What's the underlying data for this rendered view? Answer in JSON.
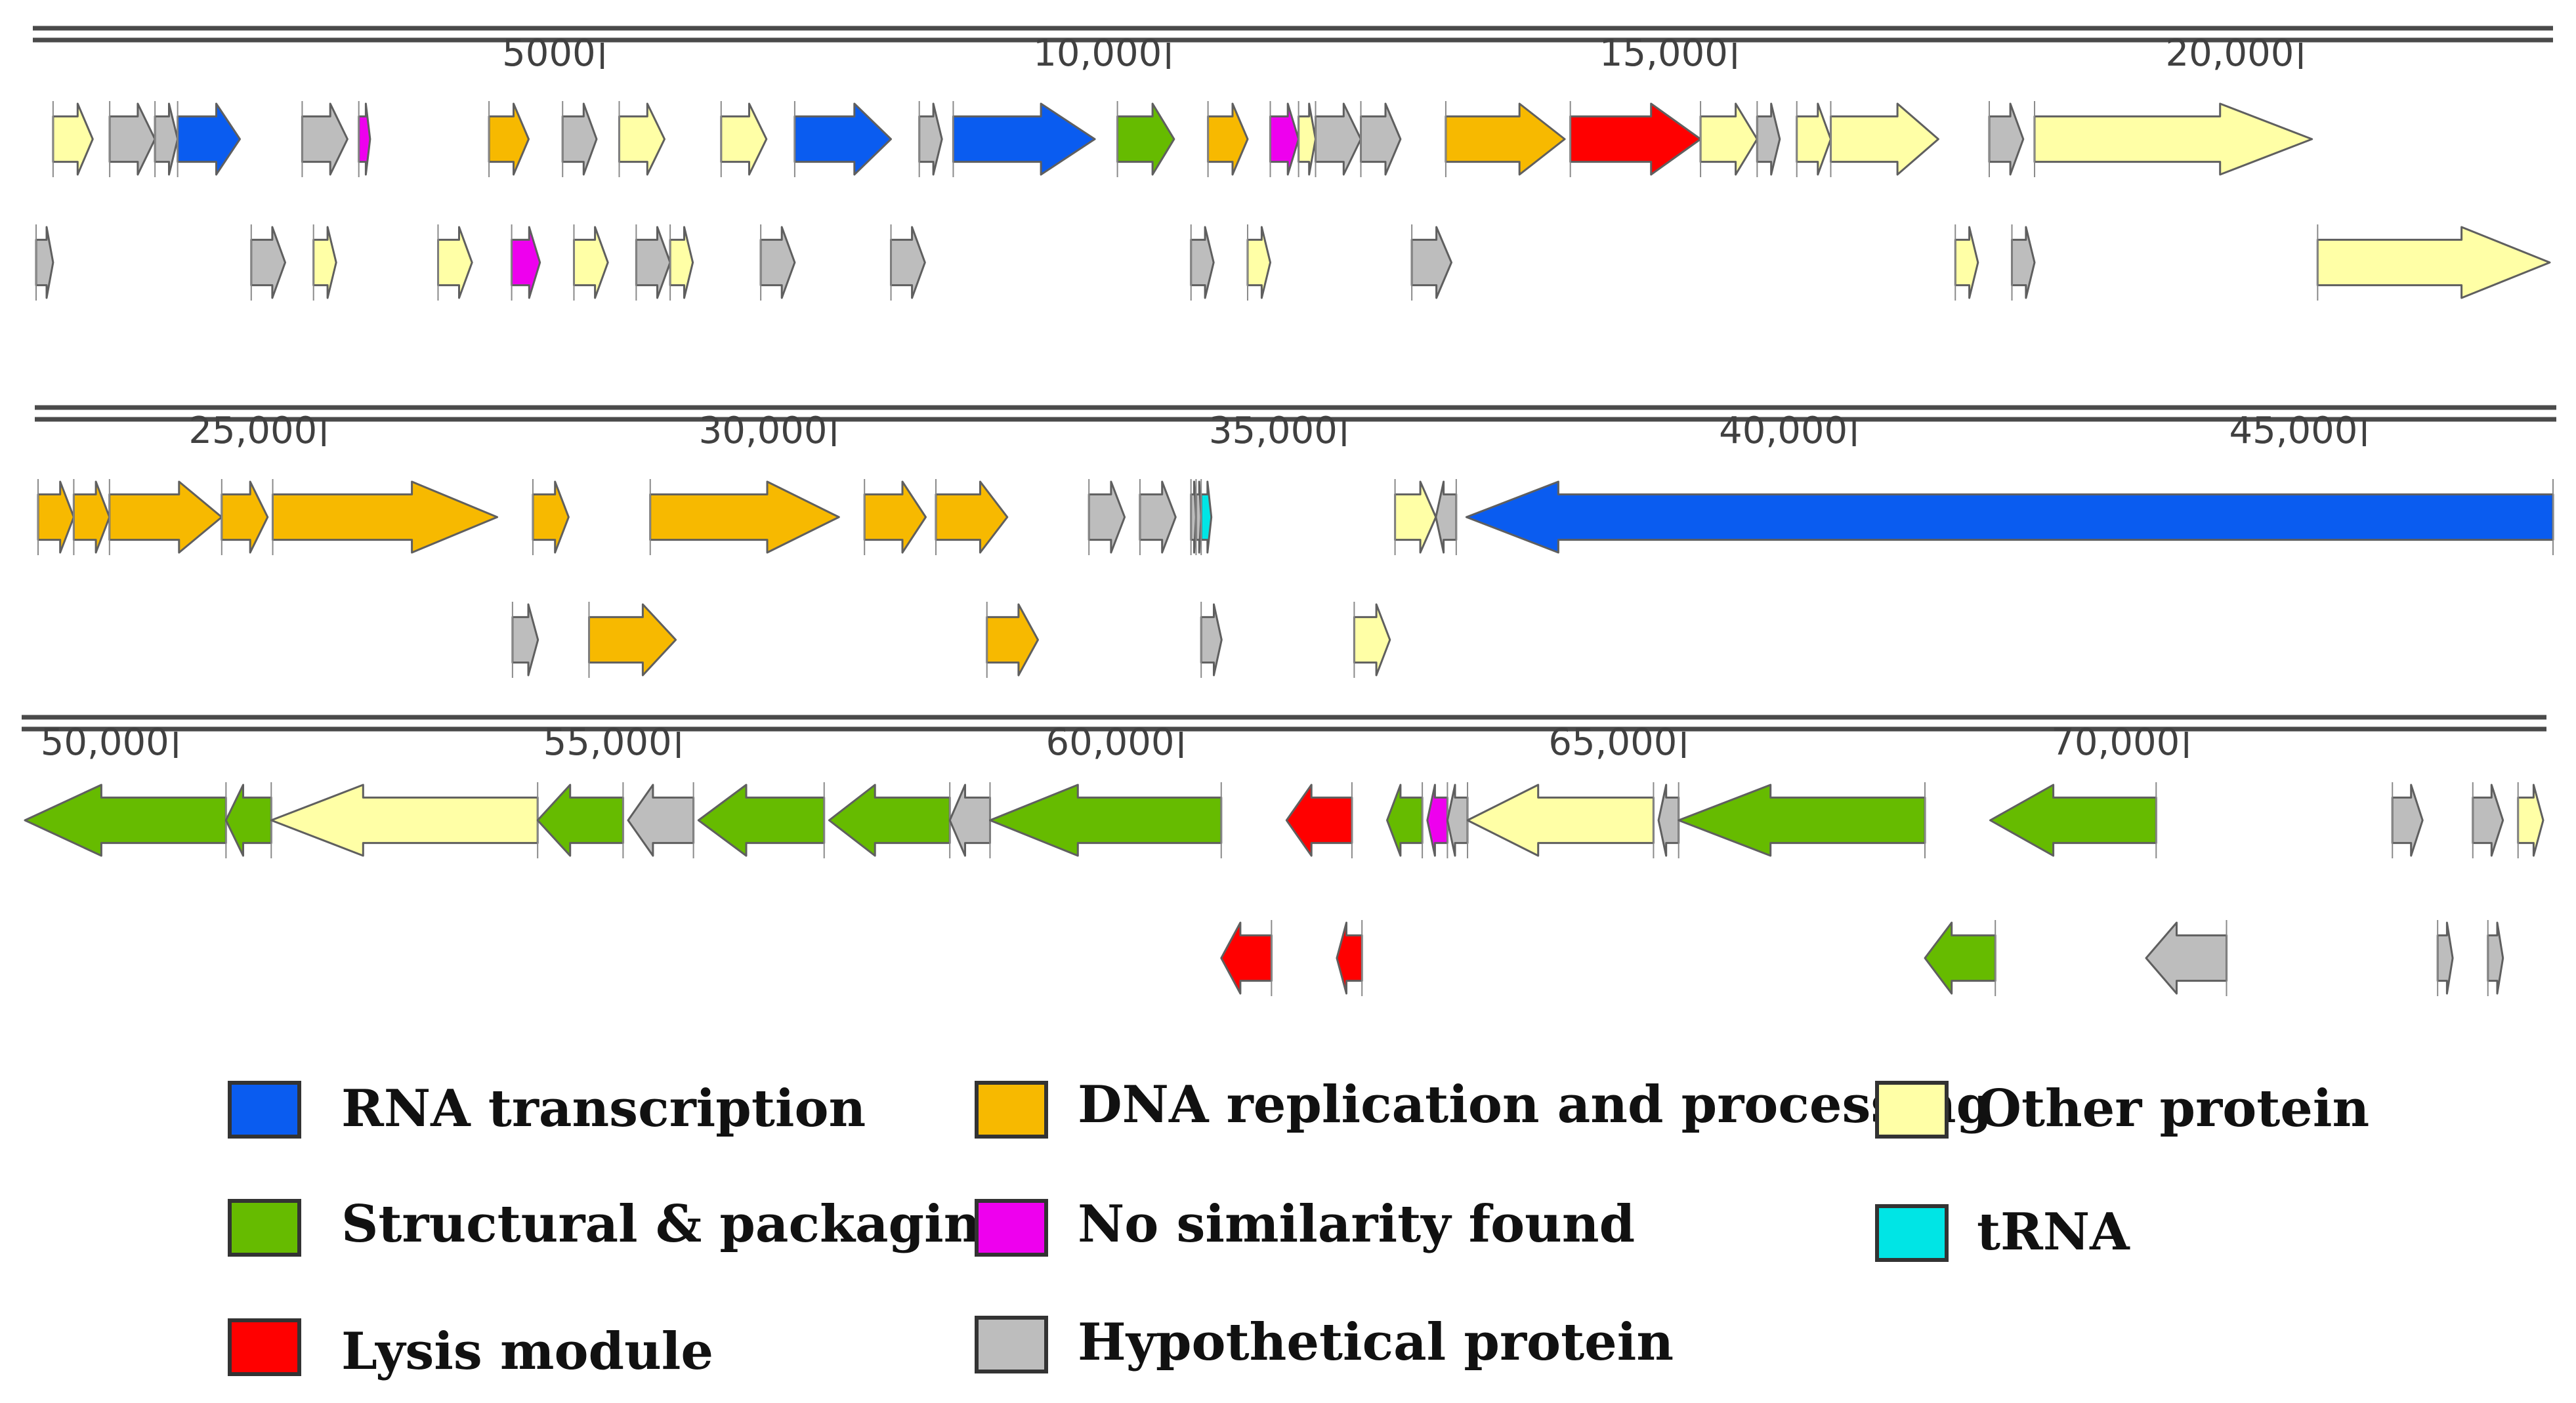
{
  "colors": {
    "rna": "#0a5cf0",
    "dna": "#f7b900",
    "other": "#ffffa6",
    "struct": "#66bb00",
    "nosim": "#ee00ee",
    "trna": "#00e5e5",
    "lysis": "#ff0000",
    "hypo": "#bdbdbd"
  },
  "rows": [
    {
      "ticks": [
        {
          "value": 5000,
          "label": "5000"
        },
        {
          "value": 10000,
          "label": "10,000"
        },
        {
          "value": 15000,
          "label": "15,000"
        },
        {
          "value": 20000,
          "label": "20,000"
        }
      ]
    },
    {
      "ticks": [
        {
          "value": 25000,
          "label": "25,000"
        },
        {
          "value": 30000,
          "label": "30,000"
        },
        {
          "value": 35000,
          "label": "35,000"
        },
        {
          "value": 40000,
          "label": "40,000"
        },
        {
          "value": 45000,
          "label": "45,000"
        }
      ]
    },
    {
      "ticks": [
        {
          "value": 50000,
          "label": "50,000"
        },
        {
          "value": 55000,
          "label": "55,000"
        },
        {
          "value": 60000,
          "label": "60,000"
        },
        {
          "value": 65000,
          "label": "65,000"
        },
        {
          "value": 70000,
          "label": "70,000"
        }
      ]
    }
  ],
  "genes": [
    {
      "row": 0,
      "lane": 0,
      "start": 150,
      "end": 500,
      "strand": 1,
      "cat": "other"
    },
    {
      "row": 0,
      "lane": 0,
      "start": 650,
      "end": 1050,
      "strand": 1,
      "cat": "hypo"
    },
    {
      "row": 0,
      "lane": 0,
      "start": 1050,
      "end": 1250,
      "strand": 1,
      "cat": "hypo"
    },
    {
      "row": 0,
      "lane": 0,
      "start": 1250,
      "end": 1800,
      "strand": 1,
      "cat": "rna"
    },
    {
      "row": 0,
      "lane": 0,
      "start": 2350,
      "end": 2750,
      "strand": 1,
      "cat": "hypo"
    },
    {
      "row": 0,
      "lane": 0,
      "start": 2850,
      "end": 2950,
      "strand": 1,
      "cat": "nosim"
    },
    {
      "row": 0,
      "lane": 0,
      "start": 4000,
      "end": 4350,
      "strand": 1,
      "cat": "dna"
    },
    {
      "row": 0,
      "lane": 0,
      "start": 4650,
      "end": 4950,
      "strand": 1,
      "cat": "hypo"
    },
    {
      "row": 0,
      "lane": 0,
      "start": 5150,
      "end": 5550,
      "strand": 1,
      "cat": "other"
    },
    {
      "row": 0,
      "lane": 0,
      "start": 6050,
      "end": 6450,
      "strand": 1,
      "cat": "other"
    },
    {
      "row": 0,
      "lane": 0,
      "start": 6700,
      "end": 7550,
      "strand": 1,
      "cat": "rna"
    },
    {
      "row": 0,
      "lane": 0,
      "start": 7800,
      "end": 8000,
      "strand": 1,
      "cat": "hypo"
    },
    {
      "row": 0,
      "lane": 0,
      "start": 8100,
      "end": 9350,
      "strand": 1,
      "cat": "rna"
    },
    {
      "row": 0,
      "lane": 0,
      "start": 9550,
      "end": 10050,
      "strand": 1,
      "cat": "struct"
    },
    {
      "row": 0,
      "lane": 0,
      "start": 10350,
      "end": 10700,
      "strand": 1,
      "cat": "dna"
    },
    {
      "row": 0,
      "lane": 0,
      "start": 10900,
      "end": 11150,
      "strand": 1,
      "cat": "nosim"
    },
    {
      "row": 0,
      "lane": 0,
      "start": 11150,
      "end": 11300,
      "strand": 1,
      "cat": "other"
    },
    {
      "row": 0,
      "lane": 0,
      "start": 11300,
      "end": 11700,
      "strand": 1,
      "cat": "hypo"
    },
    {
      "row": 0,
      "lane": 0,
      "start": 11700,
      "end": 12050,
      "strand": 1,
      "cat": "hypo"
    },
    {
      "row": 0,
      "lane": 0,
      "start": 12450,
      "end": 13500,
      "strand": 1,
      "cat": "dna"
    },
    {
      "row": 0,
      "lane": 0,
      "start": 13550,
      "end": 14700,
      "strand": 1,
      "cat": "lysis"
    },
    {
      "row": 0,
      "lane": 0,
      "start": 14700,
      "end": 15200,
      "strand": 1,
      "cat": "other"
    },
    {
      "row": 0,
      "lane": 0,
      "start": 15200,
      "end": 15400,
      "strand": 1,
      "cat": "hypo"
    },
    {
      "row": 0,
      "lane": 0,
      "start": 15550,
      "end": 15850,
      "strand": 1,
      "cat": "other"
    },
    {
      "row": 0,
      "lane": 0,
      "start": 15850,
      "end": 16800,
      "strand": 1,
      "cat": "other"
    },
    {
      "row": 0,
      "lane": 0,
      "start": 17250,
      "end": 17550,
      "strand": 1,
      "cat": "hypo"
    },
    {
      "row": 0,
      "lane": 0,
      "start": 17650,
      "end": 20100,
      "strand": 1,
      "cat": "other"
    },
    {
      "row": 0,
      "lane": 1,
      "start": 0,
      "end": 150,
      "strand": 1,
      "cat": "hypo"
    },
    {
      "row": 0,
      "lane": 1,
      "start": 1900,
      "end": 2200,
      "strand": 1,
      "cat": "hypo"
    },
    {
      "row": 0,
      "lane": 1,
      "start": 2450,
      "end": 2650,
      "strand": 1,
      "cat": "other"
    },
    {
      "row": 0,
      "lane": 1,
      "start": 3550,
      "end": 3850,
      "strand": 1,
      "cat": "other"
    },
    {
      "row": 0,
      "lane": 1,
      "start": 4200,
      "end": 4450,
      "strand": 1,
      "cat": "nosim"
    },
    {
      "row": 0,
      "lane": 1,
      "start": 4750,
      "end": 5050,
      "strand": 1,
      "cat": "other"
    },
    {
      "row": 0,
      "lane": 1,
      "start": 5300,
      "end": 5600,
      "strand": 1,
      "cat": "hypo"
    },
    {
      "row": 0,
      "lane": 1,
      "start": 5600,
      "end": 5800,
      "strand": 1,
      "cat": "other"
    },
    {
      "row": 0,
      "lane": 1,
      "start": 6400,
      "end": 6700,
      "strand": 1,
      "cat": "hypo"
    },
    {
      "row": 0,
      "lane": 1,
      "start": 7550,
      "end": 7850,
      "strand": 1,
      "cat": "hypo"
    },
    {
      "row": 0,
      "lane": 1,
      "start": 10200,
      "end": 10400,
      "strand": 1,
      "cat": "hypo"
    },
    {
      "row": 0,
      "lane": 1,
      "start": 10700,
      "end": 10900,
      "strand": 1,
      "cat": "other"
    },
    {
      "row": 0,
      "lane": 1,
      "start": 12150,
      "end": 12500,
      "strand": 1,
      "cat": "hypo"
    },
    {
      "row": 0,
      "lane": 1,
      "start": 16950,
      "end": 17150,
      "strand": 1,
      "cat": "other"
    },
    {
      "row": 0,
      "lane": 1,
      "start": 17450,
      "end": 17650,
      "strand": 1,
      "cat": "hypo"
    },
    {
      "row": 0,
      "lane": 1,
      "start": 20150,
      "end": 22200,
      "strand": 1,
      "cat": "other"
    },
    {
      "row": 1,
      "lane": 0,
      "start": 22200,
      "end": 22550,
      "strand": 1,
      "cat": "dna"
    },
    {
      "row": 1,
      "lane": 0,
      "start": 22550,
      "end": 22900,
      "strand": 1,
      "cat": "dna"
    },
    {
      "row": 1,
      "lane": 0,
      "start": 22900,
      "end": 24000,
      "strand": 1,
      "cat": "dna"
    },
    {
      "row": 1,
      "lane": 0,
      "start": 24000,
      "end": 24450,
      "strand": 1,
      "cat": "dna"
    },
    {
      "row": 1,
      "lane": 0,
      "start": 24500,
      "end": 26700,
      "strand": 1,
      "cat": "dna"
    },
    {
      "row": 1,
      "lane": 0,
      "start": 27050,
      "end": 27400,
      "strand": 1,
      "cat": "dna"
    },
    {
      "row": 1,
      "lane": 0,
      "start": 28200,
      "end": 30050,
      "strand": 1,
      "cat": "dna"
    },
    {
      "row": 1,
      "lane": 0,
      "start": 30300,
      "end": 30900,
      "strand": 1,
      "cat": "dna"
    },
    {
      "row": 1,
      "lane": 0,
      "start": 31000,
      "end": 31700,
      "strand": 1,
      "cat": "dna"
    },
    {
      "row": 1,
      "lane": 0,
      "start": 32500,
      "end": 32850,
      "strand": 1,
      "cat": "hypo"
    },
    {
      "row": 1,
      "lane": 0,
      "start": 33000,
      "end": 33350,
      "strand": 1,
      "cat": "hypo"
    },
    {
      "row": 1,
      "lane": 0,
      "start": 33500,
      "end": 33550,
      "strand": 1,
      "cat": "hypo"
    },
    {
      "row": 1,
      "lane": 0,
      "start": 33550,
      "end": 33600,
      "strand": 1,
      "cat": "hypo"
    },
    {
      "row": 1,
      "lane": 0,
      "start": 33600,
      "end": 33700,
      "strand": 1,
      "cat": "trna"
    },
    {
      "row": 1,
      "lane": 0,
      "start": 35500,
      "end": 35900,
      "strand": 1,
      "cat": "other"
    },
    {
      "row": 1,
      "lane": 0,
      "start": 35900,
      "end": 36100,
      "strand": -1,
      "cat": "hypo"
    },
    {
      "row": 1,
      "lane": 0,
      "start": 36200,
      "end": 46850,
      "strand": -1,
      "cat": "rna"
    },
    {
      "row": 1,
      "lane": 1,
      "start": 26850,
      "end": 27100,
      "strand": 1,
      "cat": "hypo"
    },
    {
      "row": 1,
      "lane": 1,
      "start": 27600,
      "end": 28450,
      "strand": 1,
      "cat": "dna"
    },
    {
      "row": 1,
      "lane": 1,
      "start": 31500,
      "end": 32000,
      "strand": 1,
      "cat": "dna"
    },
    {
      "row": 1,
      "lane": 1,
      "start": 33600,
      "end": 33800,
      "strand": 1,
      "cat": "hypo"
    },
    {
      "row": 1,
      "lane": 1,
      "start": 35100,
      "end": 35450,
      "strand": 1,
      "cat": "other"
    },
    {
      "row": 2,
      "lane": 0,
      "start": 48500,
      "end": 50500,
      "strand": -1,
      "cat": "struct"
    },
    {
      "row": 2,
      "lane": 0,
      "start": 50500,
      "end": 50950,
      "strand": -1,
      "cat": "struct"
    },
    {
      "row": 2,
      "lane": 0,
      "start": 50950,
      "end": 53600,
      "strand": -1,
      "cat": "other"
    },
    {
      "row": 2,
      "lane": 0,
      "start": 53600,
      "end": 54450,
      "strand": -1,
      "cat": "struct"
    },
    {
      "row": 2,
      "lane": 0,
      "start": 54500,
      "end": 55150,
      "strand": -1,
      "cat": "hypo"
    },
    {
      "row": 2,
      "lane": 0,
      "start": 55200,
      "end": 56450,
      "strand": -1,
      "cat": "struct"
    },
    {
      "row": 2,
      "lane": 0,
      "start": 56500,
      "end": 57700,
      "strand": -1,
      "cat": "struct"
    },
    {
      "row": 2,
      "lane": 0,
      "start": 57700,
      "end": 58100,
      "strand": -1,
      "cat": "hypo"
    },
    {
      "row": 2,
      "lane": 0,
      "start": 58100,
      "end": 60400,
      "strand": -1,
      "cat": "struct"
    },
    {
      "row": 2,
      "lane": 0,
      "start": 61050,
      "end": 61700,
      "strand": -1,
      "cat": "lysis"
    },
    {
      "row": 2,
      "lane": 0,
      "start": 62050,
      "end": 62400,
      "strand": -1,
      "cat": "struct"
    },
    {
      "row": 2,
      "lane": 0,
      "start": 62450,
      "end": 62650,
      "strand": -1,
      "cat": "nosim"
    },
    {
      "row": 2,
      "lane": 0,
      "start": 62650,
      "end": 62850,
      "strand": -1,
      "cat": "hypo"
    },
    {
      "row": 2,
      "lane": 0,
      "start": 62850,
      "end": 64700,
      "strand": -1,
      "cat": "other"
    },
    {
      "row": 2,
      "lane": 0,
      "start": 64750,
      "end": 64950,
      "strand": -1,
      "cat": "hypo"
    },
    {
      "row": 2,
      "lane": 0,
      "start": 64950,
      "end": 67400,
      "strand": -1,
      "cat": "struct"
    },
    {
      "row": 2,
      "lane": 0,
      "start": 68050,
      "end": 69700,
      "strand": -1,
      "cat": "struct"
    },
    {
      "row": 2,
      "lane": 0,
      "start": 72050,
      "end": 72350,
      "strand": 1,
      "cat": "hypo"
    },
    {
      "row": 2,
      "lane": 0,
      "start": 72850,
      "end": 73150,
      "strand": 1,
      "cat": "hypo"
    },
    {
      "row": 2,
      "lane": 0,
      "start": 73300,
      "end": 73550,
      "strand": 1,
      "cat": "other"
    },
    {
      "row": 2,
      "lane": 1,
      "start": 60400,
      "end": 60900,
      "strand": -1,
      "cat": "lysis"
    },
    {
      "row": 2,
      "lane": 1,
      "start": 61550,
      "end": 61800,
      "strand": -1,
      "cat": "lysis"
    },
    {
      "row": 2,
      "lane": 1,
      "start": 67400,
      "end": 68100,
      "strand": -1,
      "cat": "struct"
    },
    {
      "row": 2,
      "lane": 1,
      "start": 69600,
      "end": 70400,
      "strand": -1,
      "cat": "hypo"
    },
    {
      "row": 2,
      "lane": 1,
      "start": 72500,
      "end": 72650,
      "strand": 1,
      "cat": "hypo"
    },
    {
      "row": 2,
      "lane": 1,
      "start": 73000,
      "end": 73150,
      "strand": 1,
      "cat": "hypo"
    }
  ],
  "legend": [
    {
      "key": "rna",
      "label": "RNA transcription"
    },
    {
      "key": "dna",
      "label": "DNA replication and processing"
    },
    {
      "key": "other",
      "label": "Other protein"
    },
    {
      "key": "struct",
      "label": "Structural & packaging"
    },
    {
      "key": "nosim",
      "label": "No similarity found"
    },
    {
      "key": "trna",
      "label": "tRNA"
    },
    {
      "key": "lysis",
      "label": "Lysis module"
    },
    {
      "key": "hypo",
      "label": "Hypothetical protein"
    }
  ]
}
